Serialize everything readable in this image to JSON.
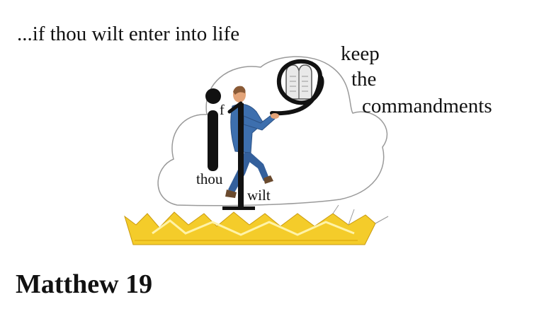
{
  "verse_fragment": "...if thou wilt enter into life",
  "commandment_words": [
    "keep",
    "the",
    "commandments"
  ],
  "drawing_labels": {
    "f": "f",
    "thou": "thou",
    "wilt": "wilt"
  },
  "reference": "Matthew 19",
  "colors": {
    "text": "#111111",
    "cloud_outline": "#9a9a9a",
    "fire_fill": "#f4cc2a",
    "fire_highlight": "#fff3a8",
    "figure_clothing": "#3d6fae",
    "figure_skin": "#e3a479",
    "tablet_fill": "#e9e9e9"
  }
}
